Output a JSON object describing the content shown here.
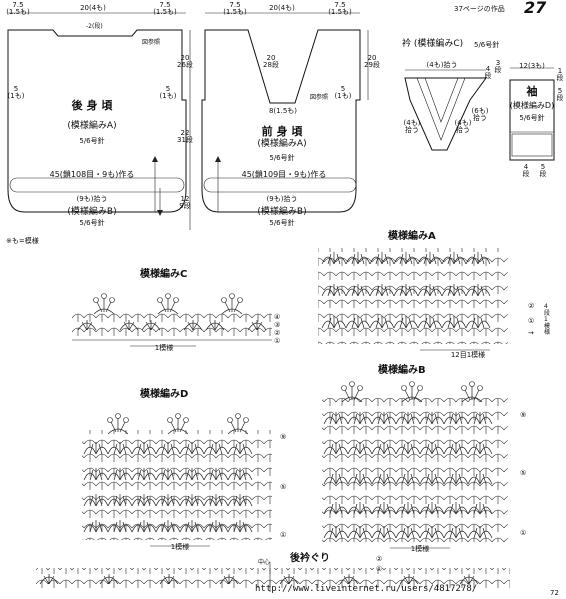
{
  "header": {
    "ref": "37ページの作品",
    "page_badge": "27",
    "page_number": "72"
  },
  "back": {
    "title": "後 身 頃",
    "pattern_a": "(模様編みA)",
    "needle_a": "5/6号針",
    "pattern_b": "(模様編みB)",
    "needle_b": "5/6号針",
    "neck_width": "20(4も)",
    "shoulder_l": "7.5\n(1.5も)",
    "shoulder_r": "7.5\n(1.5も)",
    "neck_depth": "-2(段)",
    "ref_note": "図参照",
    "side_l": "5\n(1も)",
    "side_r": "5\n(1も)",
    "cast_on": "45(鎖108目・9も)作る",
    "hem": "(9も)拾う",
    "len1": "20\n26段",
    "len2": "22\n31段",
    "len3": "12\n9段"
  },
  "front": {
    "title": "前 身 頃",
    "pattern_a": "(模様編みA)",
    "needle_a": "5/6号針",
    "pattern_b": "(模様編みB)",
    "needle_b": "5/6号針",
    "neck_width": "20(4も)",
    "shoulder_l": "7.5\n(1.5も)",
    "shoulder_r": "7.5\n(1.5も)",
    "neck_bottom": "8(1.5も)",
    "ref_note": "図参照",
    "side_r": "5\n(1も)",
    "cast_on": "45(鎖109目・9も)作る",
    "hem": "(9も)拾う",
    "depth1": "20\n28段",
    "depth2": "20\n29段"
  },
  "collar": {
    "title": "衿 (模様編みC)",
    "needle": "5/6号針",
    "pick_top": "(4も)拾う",
    "side_l": "(4も)\n拾う",
    "side_r": "(6も)\n拾う",
    "mid_l": "(4も)\n拾う",
    "dim_h": "4\n段",
    "dim_3": "3\n段"
  },
  "sleeve": {
    "title": "袖",
    "pattern": "(模様編みD)",
    "width": "12(3も)",
    "needle": "5/6号針",
    "dim_l": "4\n段",
    "dim_r": "5\n段",
    "dim_top": "1\n段",
    "dim_top2": "5\n段"
  },
  "note": "※も=模様",
  "charts": {
    "A": {
      "title": "模様編みA",
      "repeat": "12目1模様",
      "rows": [
        "②",
        "①",
        "→"
      ],
      "side": "4\n段\n1\n模\n様"
    },
    "B": {
      "title": "模様編みB",
      "repeat": "1模様",
      "rows": [
        "⑨",
        "⑤",
        "①"
      ]
    },
    "C": {
      "title": "模様編みC",
      "repeat": "1模様",
      "rows": [
        "④",
        "③",
        "②",
        "①"
      ]
    },
    "D": {
      "title": "模様編みD",
      "repeat": "1模様",
      "rows": [
        "⑨",
        "⑤",
        "①"
      ]
    },
    "E": {
      "title": "後衿ぐり",
      "center": "中心",
      "rows": [
        "②",
        "①"
      ]
    }
  },
  "watermark": "http://www.liveinternet.ru/users/4817278/"
}
